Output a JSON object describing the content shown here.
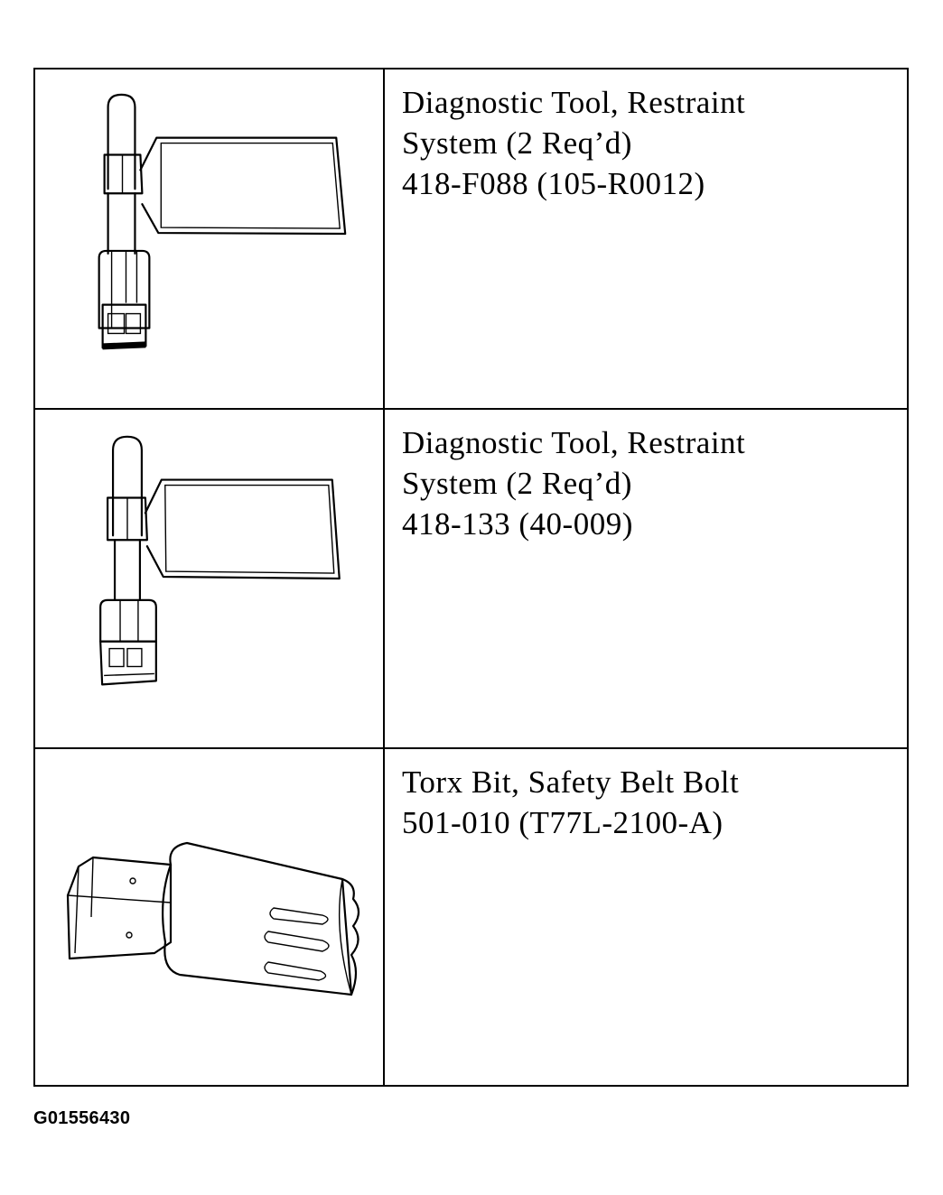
{
  "tools": [
    {
      "icon": "restraint-diagnostic-tool-icon",
      "lines": [
        "Diagnostic Tool, Restraint",
        "System (2 Req’d)",
        "418-F088 (105-R0012)"
      ]
    },
    {
      "icon": "restraint-diagnostic-tool-icon",
      "lines": [
        "Diagnostic Tool, Restraint",
        "System (2 Req’d)",
        "418-133 (40-009)"
      ]
    },
    {
      "icon": "torx-bit-icon",
      "lines": [
        "Torx Bit, Safety Belt Bolt",
        "501-010 (T77L-2100-A)"
      ]
    }
  ],
  "figure_id": "G01556430"
}
